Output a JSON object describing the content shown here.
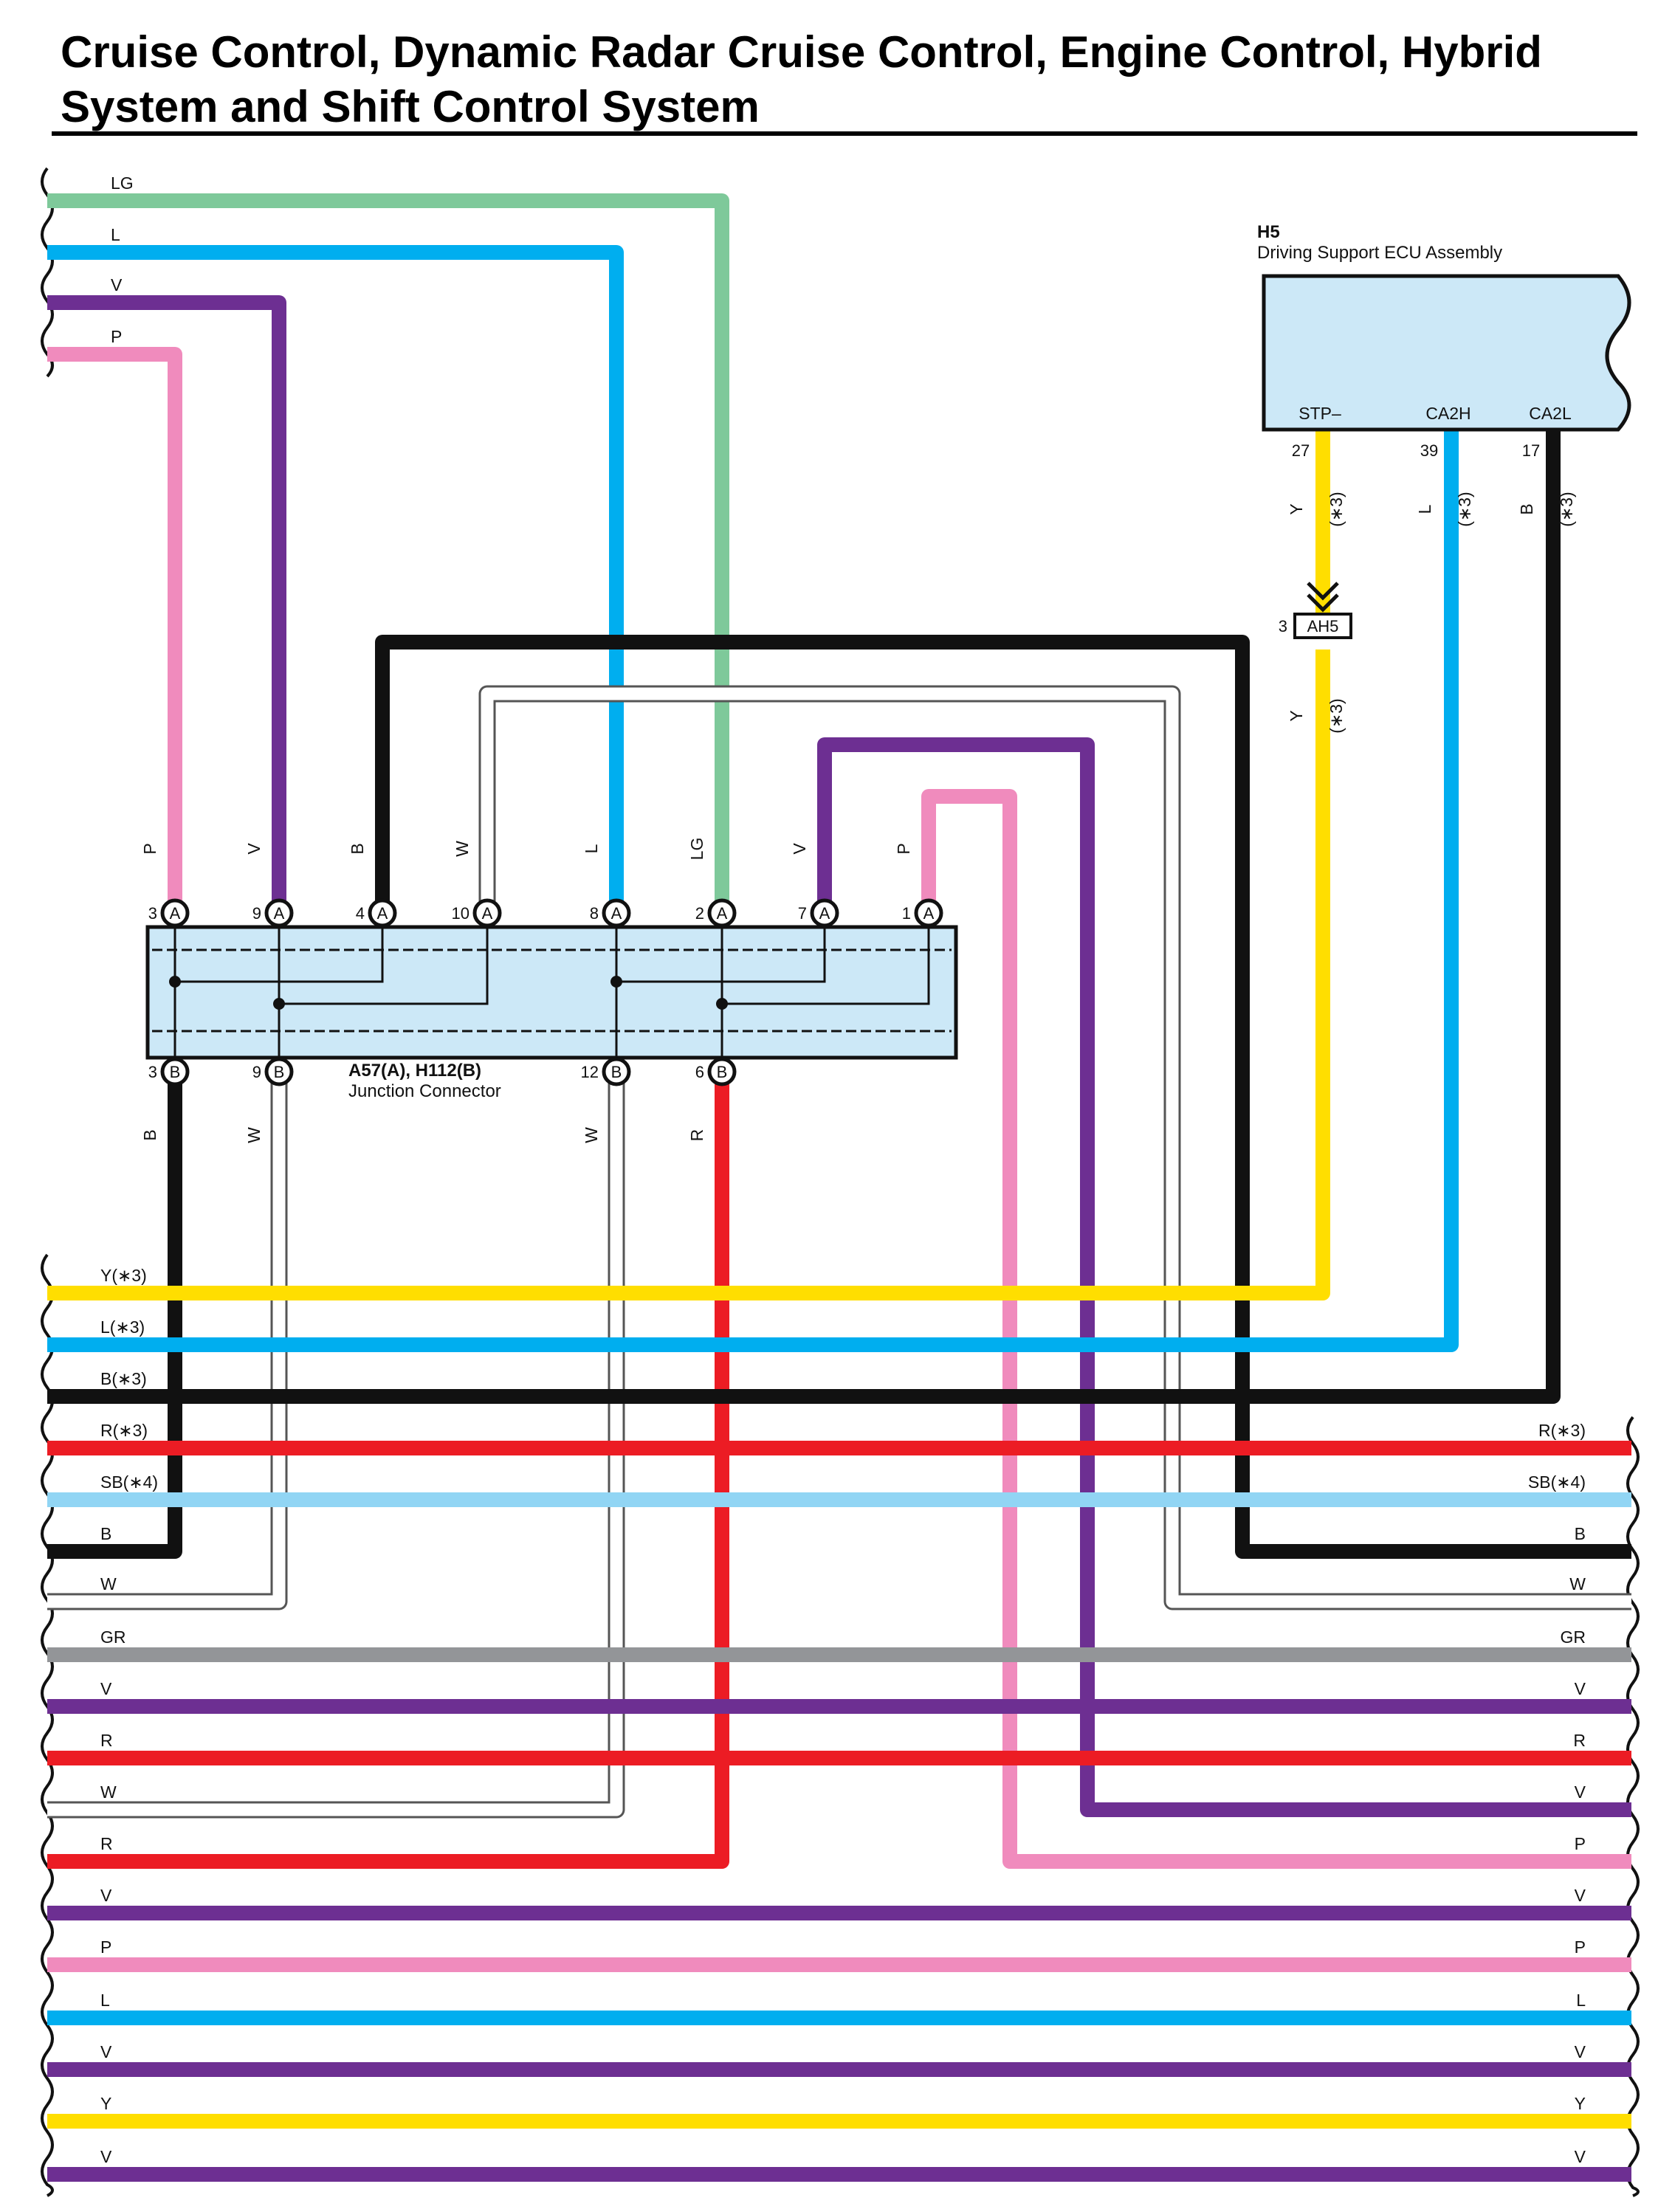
{
  "title": "Cruise Control, Dynamic Radar Cruise Control, Engine Control, Hybrid System and Shift Control System",
  "colors": {
    "LG": "#7ec99a",
    "L": "#00aeef",
    "V": "#6d2f92",
    "P": "#f08bbd",
    "B": "#111111",
    "W": "#ffffff",
    "Y": "#ffde00",
    "R": "#ec1c24",
    "SB": "#91d5f4",
    "GR": "#939598",
    "connector_fill": "#cce8f7"
  },
  "ecu": {
    "code": "H5",
    "name": "Driving Support ECU Assembly",
    "terminals": [
      {
        "name": "STP–",
        "pin": "27",
        "wire": "Y",
        "note": "(∗3)"
      },
      {
        "name": "CA2H",
        "pin": "39",
        "wire": "L",
        "note": "(∗3)"
      },
      {
        "name": "CA2L",
        "pin": "17",
        "wire": "B",
        "note": "(∗3)"
      }
    ]
  },
  "inline_connector": {
    "code": "AH5",
    "pin": "3",
    "wire_below": "Y",
    "note_below": "(∗3)"
  },
  "junction_connector": {
    "code": "A57(A), H112(B)",
    "name": "Junction Connector",
    "top_pins": [
      {
        "pin": "3",
        "letter": "A",
        "wire": "P"
      },
      {
        "pin": "9",
        "letter": "A",
        "wire": "V"
      },
      {
        "pin": "4",
        "letter": "A",
        "wire": "B"
      },
      {
        "pin": "10",
        "letter": "A",
        "wire": "W"
      },
      {
        "pin": "8",
        "letter": "A",
        "wire": "L"
      },
      {
        "pin": "2",
        "letter": "A",
        "wire": "LG"
      },
      {
        "pin": "7",
        "letter": "A",
        "wire": "V"
      },
      {
        "pin": "1",
        "letter": "A",
        "wire": "P"
      }
    ],
    "bottom_pins": [
      {
        "pin": "3",
        "letter": "B",
        "wire": "B"
      },
      {
        "pin": "9",
        "letter": "B",
        "wire": "W"
      },
      {
        "pin": "12",
        "letter": "B",
        "wire": "W"
      },
      {
        "pin": "6",
        "letter": "B",
        "wire": "R"
      }
    ]
  },
  "top_left_wires": [
    "LG",
    "L",
    "V",
    "P"
  ],
  "bus_left_labels": [
    "Y(∗3)",
    "L(∗3)",
    "B(∗3)",
    "R(∗3)",
    "SB(∗4)",
    "B",
    "W",
    "GR",
    "V",
    "R",
    "W",
    "R",
    "V",
    "P",
    "L",
    "V",
    "Y",
    "V"
  ],
  "bus_right_labels": [
    "R(∗3)",
    "SB(∗4)",
    "B",
    "W",
    "GR",
    "V",
    "R",
    "V",
    "P",
    "V",
    "P",
    "L",
    "V",
    "Y",
    "V"
  ]
}
